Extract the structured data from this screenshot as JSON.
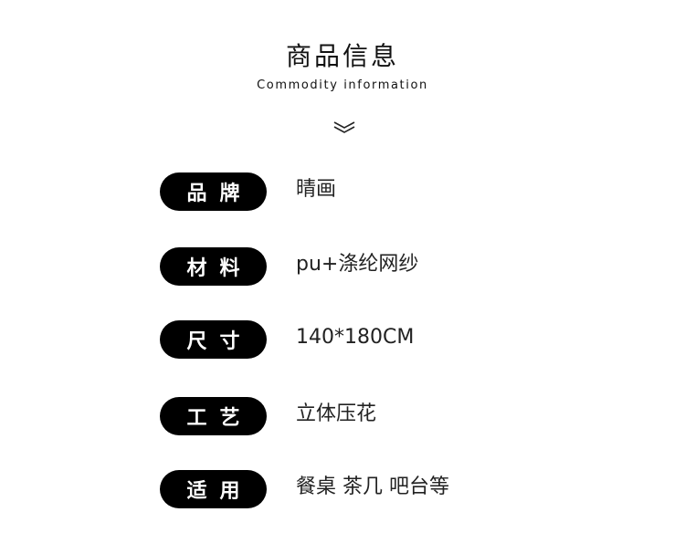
{
  "header": {
    "title": "商品信息",
    "subtitle": "Commodity information",
    "divider_icon": "double-chevron-down-icon"
  },
  "info_rows": [
    {
      "label": "品牌",
      "value": "晴画"
    },
    {
      "label": "材料",
      "value": "pu+涤纶网纱"
    },
    {
      "label": "尺寸",
      "value": "140*180CM"
    },
    {
      "label": "工艺",
      "value": "立体压花"
    },
    {
      "label": "适用",
      "value": "餐桌 茶几 吧台等"
    }
  ],
  "colors": {
    "pill_background": "#000000",
    "pill_text": "#ffffff",
    "text": "#111111"
  }
}
